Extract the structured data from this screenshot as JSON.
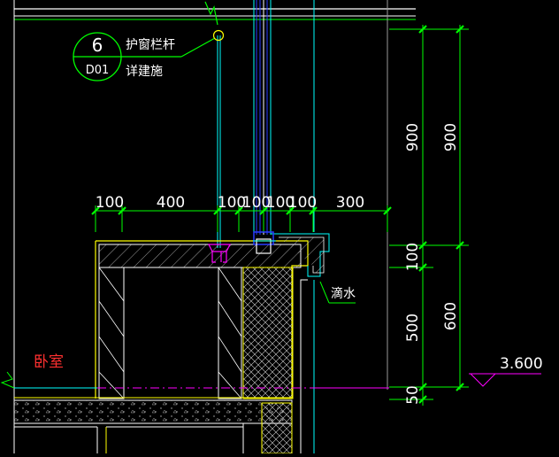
{
  "colors": {
    "background": "#000000",
    "white": "#ffffff",
    "green": "#00ff00",
    "yellow": "#ffff00",
    "cyan": "#00ffff",
    "blue": "#2a3cff",
    "magenta": "#ff00ff",
    "red": "#ff3030",
    "gray": "#9a9a9a"
  },
  "callout": {
    "number": "6",
    "sheet": "D01",
    "note_line1": "护窗栏杆",
    "note_line2": "详建施"
  },
  "top_dimensions": [
    "100",
    "400",
    "100",
    "100",
    "100",
    "100",
    "300"
  ],
  "right_dimensions_inner": [
    "900",
    "100",
    "500",
    "50"
  ],
  "right_dimensions_outer": [
    "900",
    "600"
  ],
  "drip_label": "滴水",
  "room_label": "卧室",
  "elevation_label": "3.600"
}
